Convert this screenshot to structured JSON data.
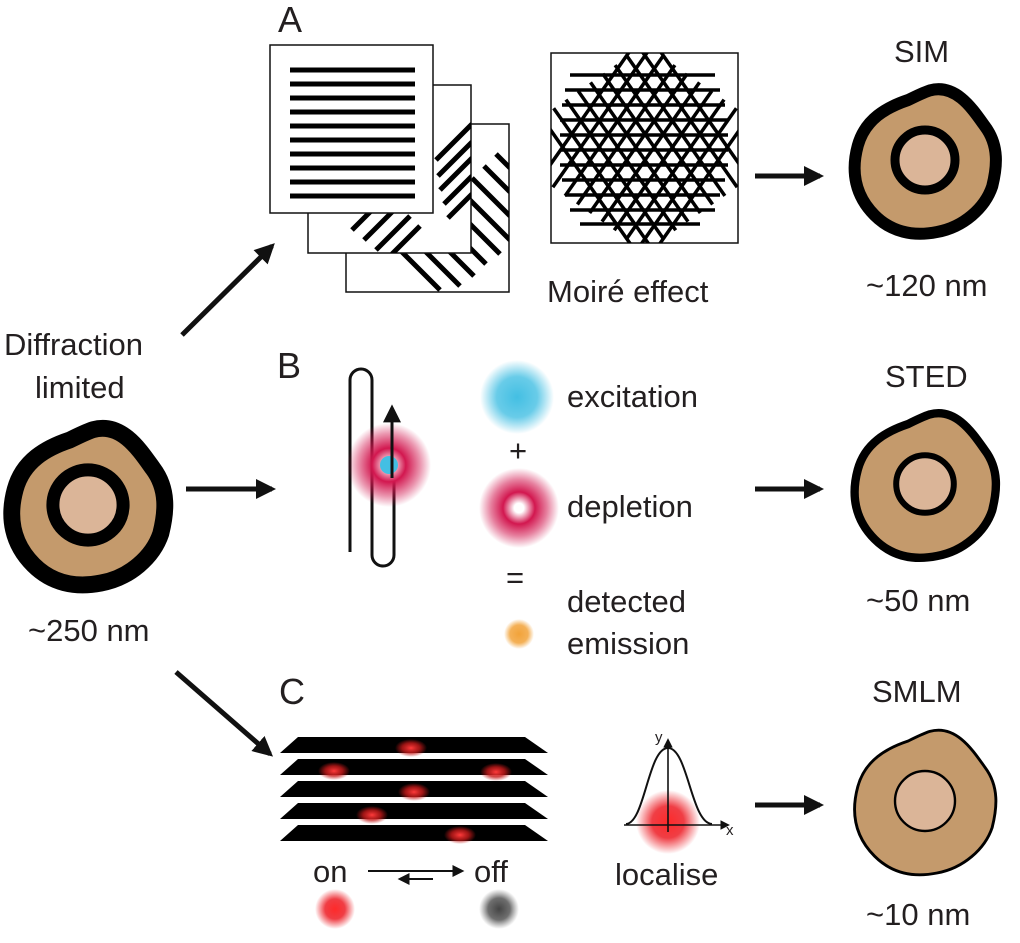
{
  "panels": {
    "a": "A",
    "b": "B",
    "c": "C"
  },
  "left": {
    "line1": "Diffraction",
    "line2": "limited",
    "resolution": "~250 nm"
  },
  "sim": {
    "title": "SIM",
    "resolution": "~120 nm",
    "moire_label": "Moiré effect"
  },
  "sted": {
    "title": "STED",
    "resolution": "~50 nm",
    "excitation": "excitation",
    "plus": "+",
    "depletion": "depletion",
    "equals": "=",
    "detected_line1": "detected",
    "detected_line2": "emission"
  },
  "smlm": {
    "title": "SMLM",
    "resolution": "~10 nm",
    "on": "on",
    "off": "off",
    "localise": "localise",
    "axis_y": "y",
    "axis_x": "x"
  },
  "colors": {
    "cell_fill": "#c49a6c",
    "nucleus_fill": "#dbb598",
    "excitation": "#43bfe3",
    "depletion": "#d2174f",
    "emission": "#f2a33a",
    "on_spot": "#ed1c24",
    "off_spot": "#555555"
  }
}
